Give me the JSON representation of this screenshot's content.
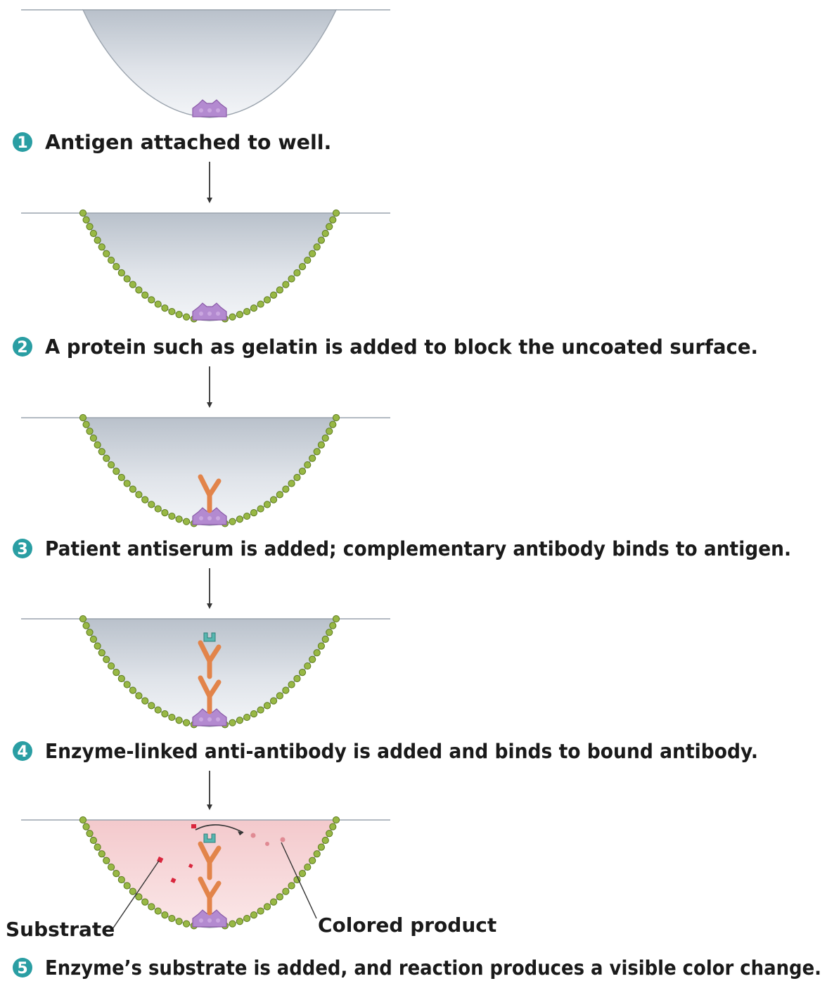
{
  "steps": [
    {
      "number": "1",
      "text": "Antigen attached to well.",
      "blocking_layer": false,
      "antibody": false,
      "anti_antibody": false,
      "substrate": false
    },
    {
      "number": "2",
      "text": "A protein such as gelatin is added to block the uncoated surface.",
      "blocking_layer": true,
      "antibody": false,
      "anti_antibody": false,
      "substrate": false
    },
    {
      "number": "3",
      "text": "Patient antiserum is added; complementary antibody binds to antigen.",
      "blocking_layer": true,
      "antibody": true,
      "anti_antibody": false,
      "substrate": false
    },
    {
      "number": "4",
      "text": "Enzyme-linked anti-antibody is added and binds to bound antibody.",
      "blocking_layer": true,
      "antibody": true,
      "anti_antibody": true,
      "substrate": false
    },
    {
      "number": "5",
      "text": "Enzyme’s substrate is added, and reaction produces a visible color change.",
      "blocking_layer": true,
      "antibody": true,
      "anti_antibody": true,
      "substrate": true
    }
  ],
  "labels": {
    "substrate": "Substrate",
    "colored_product": "Colored product"
  },
  "colors": {
    "badge": "#2a9ea3",
    "well_fill_dark": "#b9c1cb",
    "well_fill_light": "#f2f4f7",
    "well_rim": "#9aa3ad",
    "colored_well_fill": "#f7d4d6",
    "blocking_bead": "#98b845",
    "blocking_bead_outline": "#5e7c1f",
    "antigen": "#b38ad0",
    "antigen_outline": "#8a5aa8",
    "antibody": "#e2844a",
    "enzyme": "#57b6b0",
    "substrate_dot": "#d9263d",
    "arrow": "#333333"
  }
}
